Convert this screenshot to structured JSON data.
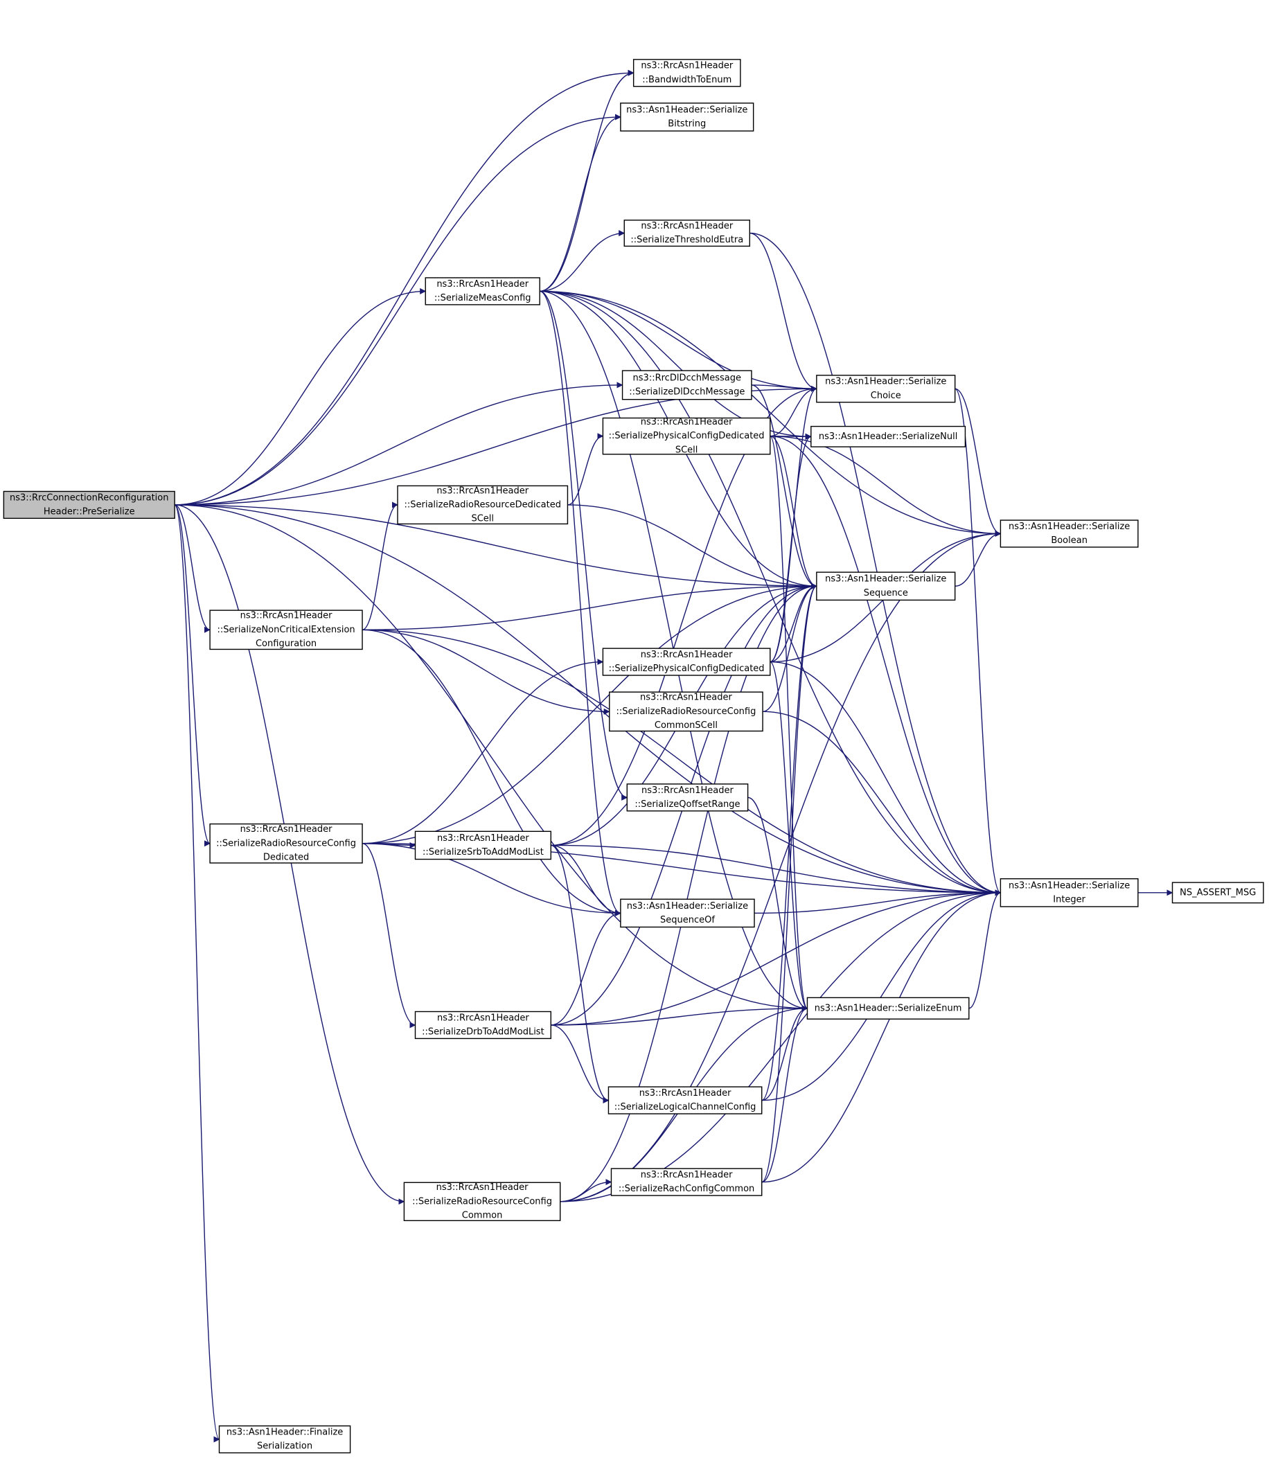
{
  "nodes": [
    {
      "id": "pre",
      "lines": [
        "ns3::RrcConnectionReconfiguration",
        "Header::PreSerialize"
      ],
      "root": true
    },
    {
      "id": "bw",
      "lines": [
        "ns3::RrcAsn1Header",
        "::BandwidthToEnum"
      ]
    },
    {
      "id": "bits",
      "lines": [
        "ns3::Asn1Header::Serialize",
        "Bitstring"
      ]
    },
    {
      "id": "thr",
      "lines": [
        "ns3::RrcAsn1Header",
        "::SerializeThresholdEutra"
      ]
    },
    {
      "id": "meas",
      "lines": [
        "ns3::RrcAsn1Header",
        "::SerializeMeasConfig"
      ]
    },
    {
      "id": "dcch",
      "lines": [
        "ns3::RrcDlDcchMessage",
        "::SerializeDlDcchMessage"
      ]
    },
    {
      "id": "choice",
      "lines": [
        "ns3::Asn1Header::Serialize",
        "Choice"
      ]
    },
    {
      "id": "pcds",
      "lines": [
        "ns3::RrcAsn1Header",
        "::SerializePhysicalConfigDedicated",
        "SCell"
      ]
    },
    {
      "id": "null",
      "lines": [
        "ns3::Asn1Header::SerializeNull"
      ]
    },
    {
      "id": "rrds",
      "lines": [
        "ns3::RrcAsn1Header",
        "::SerializeRadioResourceDedicated",
        "SCell"
      ]
    },
    {
      "id": "bool",
      "lines": [
        "ns3::Asn1Header::Serialize",
        "Boolean"
      ]
    },
    {
      "id": "seq",
      "lines": [
        "ns3::Asn1Header::Serialize",
        "Sequence"
      ]
    },
    {
      "id": "nce",
      "lines": [
        "ns3::RrcAsn1Header",
        "::SerializeNonCriticalExtension",
        "Configuration"
      ]
    },
    {
      "id": "pcd",
      "lines": [
        "ns3::RrcAsn1Header",
        "::SerializePhysicalConfigDedicated"
      ]
    },
    {
      "id": "rrcs",
      "lines": [
        "ns3::RrcAsn1Header",
        "::SerializeRadioResourceConfig",
        "CommonSCell"
      ]
    },
    {
      "id": "qoff",
      "lines": [
        "ns3::RrcAsn1Header",
        "::SerializeQoffsetRange"
      ]
    },
    {
      "id": "rrcd",
      "lines": [
        "ns3::RrcAsn1Header",
        "::SerializeRadioResourceConfig",
        "Dedicated"
      ]
    },
    {
      "id": "srb",
      "lines": [
        "ns3::RrcAsn1Header",
        "::SerializeSrbToAddModList"
      ]
    },
    {
      "id": "int",
      "lines": [
        "ns3::Asn1Header::Serialize",
        "Integer"
      ]
    },
    {
      "id": "assert",
      "lines": [
        "NS_ASSERT_MSG"
      ]
    },
    {
      "id": "seqof",
      "lines": [
        "ns3::Asn1Header::Serialize",
        "SequenceOf"
      ]
    },
    {
      "id": "enum",
      "lines": [
        "ns3::Asn1Header::SerializeEnum"
      ]
    },
    {
      "id": "drb",
      "lines": [
        "ns3::RrcAsn1Header",
        "::SerializeDrbToAddModList"
      ]
    },
    {
      "id": "lcc",
      "lines": [
        "ns3::RrcAsn1Header",
        "::SerializeLogicalChannelConfig"
      ]
    },
    {
      "id": "rach",
      "lines": [
        "ns3::RrcAsn1Header",
        "::SerializeRachConfigCommon"
      ]
    },
    {
      "id": "rrcc",
      "lines": [
        "ns3::RrcAsn1Header",
        "::SerializeRadioResourceConfig",
        "Common"
      ]
    },
    {
      "id": "fin",
      "lines": [
        "ns3::Asn1Header::Finalize",
        "Serialization"
      ]
    }
  ],
  "edges": [
    [
      "pre",
      "bw"
    ],
    [
      "pre",
      "bits"
    ],
    [
      "pre",
      "choice"
    ],
    [
      "pre",
      "meas"
    ],
    [
      "pre",
      "dcch"
    ],
    [
      "pre",
      "seq"
    ],
    [
      "pre",
      "nce"
    ],
    [
      "pre",
      "rrcd"
    ],
    [
      "pre",
      "rrcc"
    ],
    [
      "pre",
      "enum"
    ],
    [
      "pre",
      "int"
    ],
    [
      "pre",
      "fin"
    ],
    [
      "meas",
      "bw"
    ],
    [
      "meas",
      "bits"
    ],
    [
      "meas",
      "thr"
    ],
    [
      "meas",
      "choice"
    ],
    [
      "meas",
      "null"
    ],
    [
      "meas",
      "bool"
    ],
    [
      "meas",
      "seq"
    ],
    [
      "meas",
      "int"
    ],
    [
      "meas",
      "enum"
    ],
    [
      "meas",
      "seqof"
    ],
    [
      "meas",
      "qoff"
    ],
    [
      "thr",
      "choice"
    ],
    [
      "thr",
      "int"
    ],
    [
      "dcch",
      "choice"
    ],
    [
      "dcch",
      "seq"
    ],
    [
      "choice",
      "bool"
    ],
    [
      "choice",
      "int"
    ],
    [
      "pcds",
      "choice"
    ],
    [
      "pcds",
      "null"
    ],
    [
      "pcds",
      "bool"
    ],
    [
      "pcds",
      "seq"
    ],
    [
      "pcds",
      "enum"
    ],
    [
      "pcds",
      "int"
    ],
    [
      "rrds",
      "pcds"
    ],
    [
      "rrds",
      "seq"
    ],
    [
      "seq",
      "bool"
    ],
    [
      "nce",
      "rrds"
    ],
    [
      "nce",
      "seq"
    ],
    [
      "nce",
      "rrcs"
    ],
    [
      "nce",
      "seqof"
    ],
    [
      "nce",
      "int"
    ],
    [
      "pcd",
      "choice"
    ],
    [
      "pcd",
      "null"
    ],
    [
      "pcd",
      "seq"
    ],
    [
      "pcd",
      "bool"
    ],
    [
      "pcd",
      "enum"
    ],
    [
      "pcd",
      "int"
    ],
    [
      "rrcs",
      "seq"
    ],
    [
      "rrcs",
      "int"
    ],
    [
      "qoff",
      "enum"
    ],
    [
      "rrcd",
      "seq"
    ],
    [
      "rrcd",
      "pcd"
    ],
    [
      "rrcd",
      "srb"
    ],
    [
      "rrcd",
      "seqof"
    ],
    [
      "rrcd",
      "int"
    ],
    [
      "rrcd",
      "drb"
    ],
    [
      "srb",
      "choice"
    ],
    [
      "srb",
      "seq"
    ],
    [
      "srb",
      "seqof"
    ],
    [
      "srb",
      "int"
    ],
    [
      "srb",
      "lcc"
    ],
    [
      "int",
      "assert"
    ],
    [
      "seqof",
      "int"
    ],
    [
      "enum",
      "int"
    ],
    [
      "drb",
      "seqof"
    ],
    [
      "drb",
      "seq"
    ],
    [
      "drb",
      "lcc"
    ],
    [
      "drb",
      "enum"
    ],
    [
      "drb",
      "int"
    ],
    [
      "lcc",
      "seq"
    ],
    [
      "lcc",
      "enum"
    ],
    [
      "lcc",
      "int"
    ],
    [
      "rach",
      "seq"
    ],
    [
      "rach",
      "enum"
    ],
    [
      "rach",
      "int"
    ],
    [
      "rrcc",
      "rach"
    ],
    [
      "rrcc",
      "seq"
    ],
    [
      "rrcc",
      "enum"
    ],
    [
      "rrcc",
      "int"
    ],
    [
      "rrcc",
      "bool"
    ]
  ],
  "colors": {
    "edge": "#191970",
    "root_fill": "#bfbfbf",
    "node_fill": "#ffffff",
    "border": "#000000"
  }
}
